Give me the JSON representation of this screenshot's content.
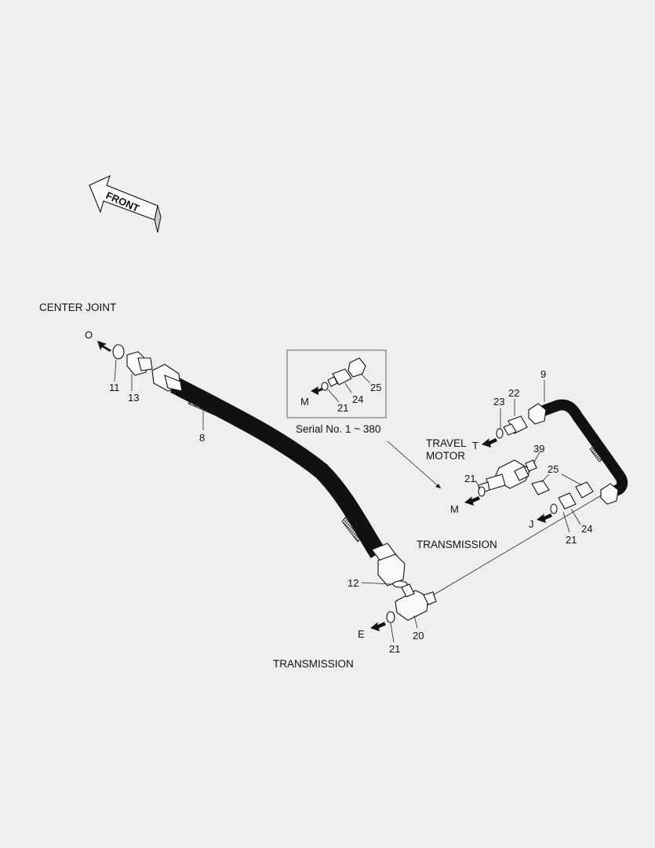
{
  "colors": {
    "background": "#efefef",
    "ink": "#111111"
  },
  "front_arrow": {
    "label": "FRONT"
  },
  "titles": {
    "center_joint": "CENTER JOINT",
    "transmission_upper": "TRANSMISSION",
    "transmission_lower": "TRANSMISSION",
    "travel_motor_line1": "TRAVEL",
    "travel_motor_line2": "MOTOR",
    "serial_note": "Serial No. 1 ~ 380"
  },
  "ports": {
    "O": "O",
    "M_inset": "M",
    "T": "T",
    "M": "M",
    "J": "J",
    "E": "E"
  },
  "callouts": {
    "p11": "11",
    "p13": "13",
    "p8": "8",
    "p12": "12",
    "p20": "20",
    "p21_e": "21",
    "p21_inset": "21",
    "p24_inset": "24",
    "p25_inset": "25",
    "p9": "9",
    "p22": "22",
    "p23": "23",
    "p39": "39",
    "p21_m": "21",
    "p25": "25",
    "p24": "24",
    "p21_j": "21"
  }
}
